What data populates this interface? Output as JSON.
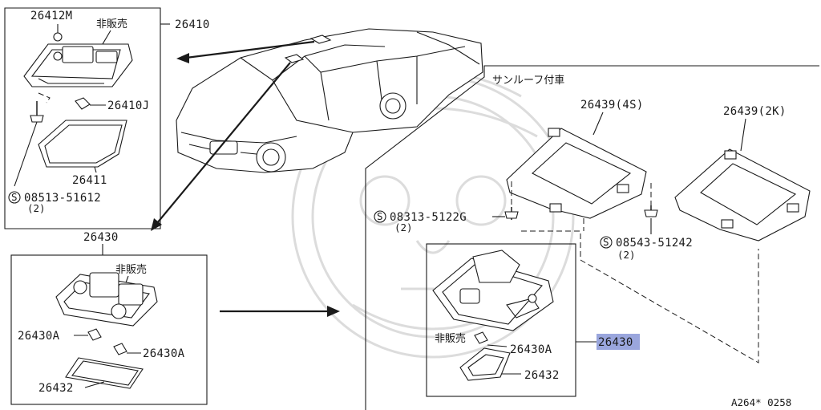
{
  "colors": {
    "ink": "#1a1a1a",
    "highlight": "#9aa6dd",
    "watermark": "#dcdcdc"
  },
  "icons": {
    "screw": "s-circle-icon"
  },
  "labels": {
    "p26412M": "26412M",
    "hiHanbai1": "非販売",
    "p26410": "26410",
    "p26410J": "26410J",
    "p26411": "26411",
    "screwA_symbol": "S",
    "screwA_part": "08513-51612",
    "screwA_qty": "(2)",
    "p26430_left": "26430",
    "hiHanbai2": "非販売",
    "p26430A_left1": "26430A",
    "p26430A_left2": "26430A",
    "p26432_left": "26432",
    "sunroofTitle": "サンルーフ付車",
    "p26439_4S": "26439(4S)",
    "p26439_2K": "26439(2K)",
    "screwB_symbol": "S",
    "screwB_part": "08313-5122G",
    "screwB_qty": "(2)",
    "screwC_symbol": "S",
    "screwC_part": "08543-51242",
    "screwC_qty": "(2)",
    "hiHanbai3": "非販売",
    "p26430A_right": "26430A",
    "p26430_right": "26430",
    "p26432_right": "26432",
    "diagramCode": "A264* 0258"
  }
}
